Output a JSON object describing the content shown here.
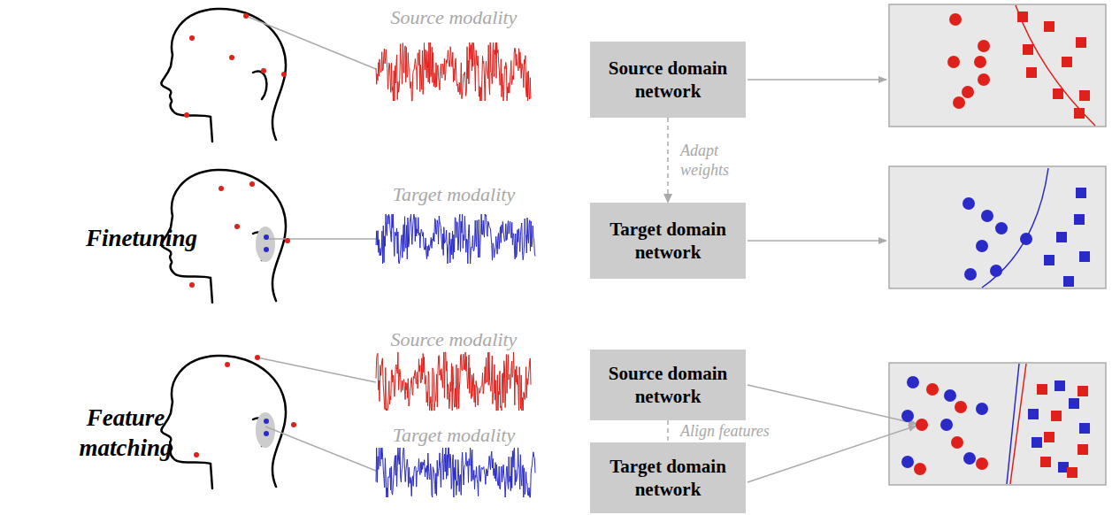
{
  "diagram": {
    "nodes": [
      {
        "text": [
          "Source domain network"
        ]
      },
      {
        "text": [
          "Target domain network"
        ]
      },
      {
        "text": [
          "Source domain network"
        ]
      },
      {
        "text": [
          "Target domain network"
        ]
      }
    ],
    "edges": [
      {
        "from": 0,
        "to": 1,
        "label": "Adapt weights",
        "arrow": "to"
      },
      {
        "from": 2,
        "to": 3,
        "label": "Align features",
        "arrow": "none"
      }
    ],
    "labels": [
      "Source modality",
      "Finetuning",
      "Target modality",
      "Feature matching",
      "Source modality",
      "Target modality"
    ]
  }
}
